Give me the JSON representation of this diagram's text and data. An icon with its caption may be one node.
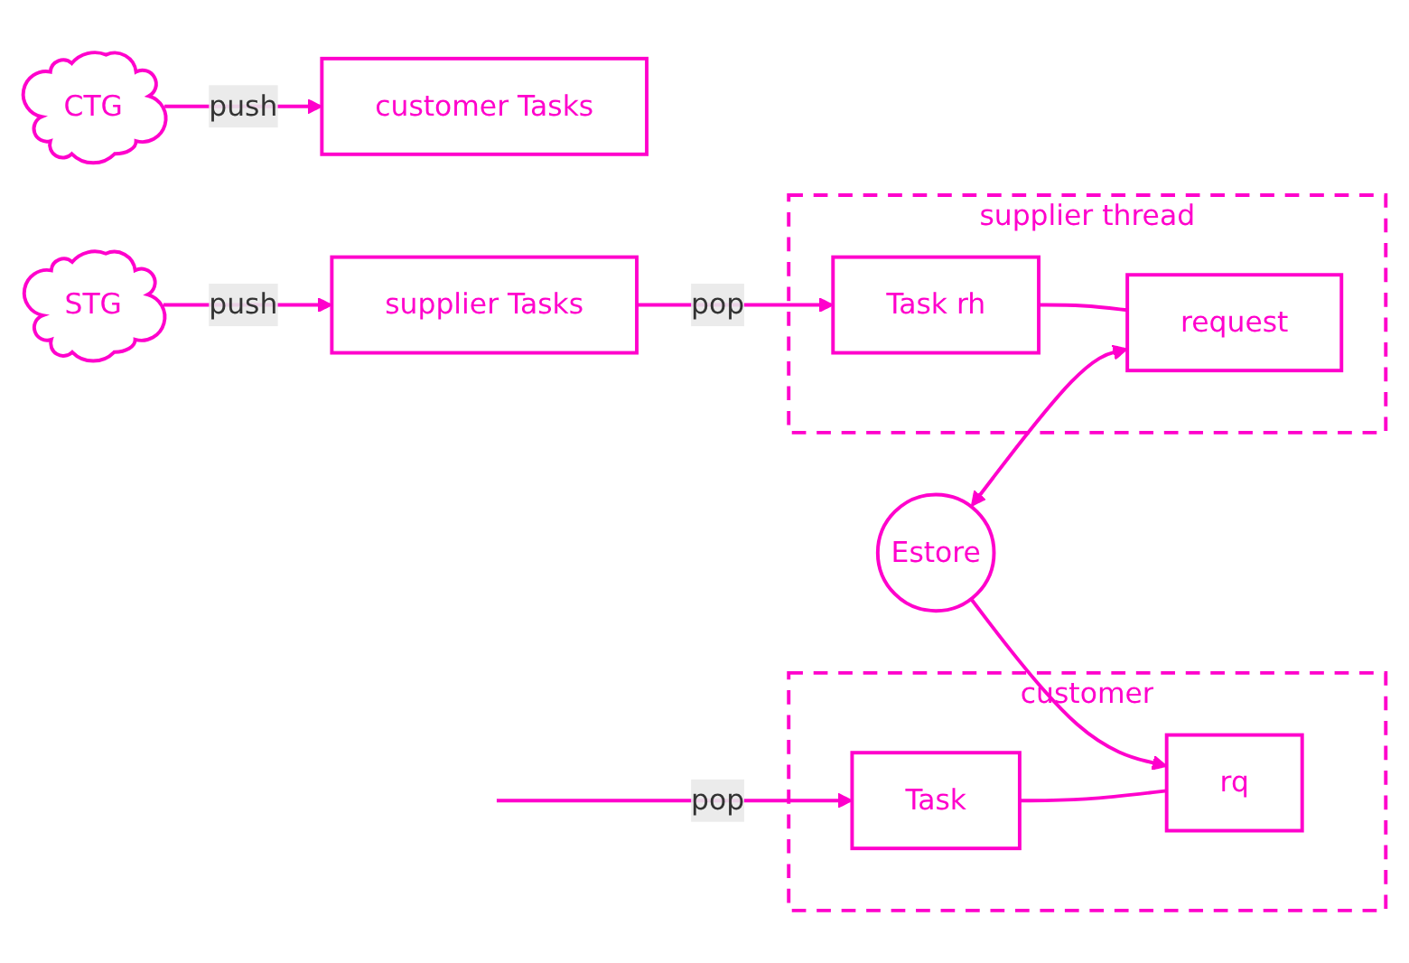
{
  "diagram": {
    "nodes": [
      {
        "text": [
          "STG"
        ]
      },
      {
        "text": [
          "CTG"
        ]
      },
      {
        "text": [
          "supplier Tasks"
        ]
      },
      {
        "text": [
          "customer Tasks"
        ]
      },
      {
        "text": [
          "supplier thread"
        ]
      },
      {
        "text": [
          "Task rh"
        ],
        "in": 4
      },
      {
        "text": [
          "request"
        ],
        "in": 4
      },
      {
        "text": [
          "customer"
        ]
      },
      {
        "text": [
          "Task"
        ],
        "in": 7
      },
      {
        "text": [
          "rq"
        ],
        "in": 7
      },
      {
        "text": [
          "Estore"
        ]
      }
    ],
    "edges": [
      {
        "from": 0,
        "to": 2,
        "arrow": "to",
        "label": "push"
      },
      {
        "from": 1,
        "to": 3,
        "arrow": "to",
        "label": "push"
      },
      {
        "from": 2,
        "to": 5,
        "arrow": "to",
        "label": "pop"
      },
      {
        "from": 5,
        "to": 6,
        "arrow": "none"
      },
      {
        "from": 10,
        "to": 6,
        "arrow": "both"
      },
      {
        "from": null,
        "to": 8,
        "arrow": "to",
        "label": "pop"
      },
      {
        "from": 8,
        "to": 9,
        "arrow": "none"
      },
      {
        "from": 10,
        "to": 9,
        "arrow": "to"
      }
    ]
  }
}
